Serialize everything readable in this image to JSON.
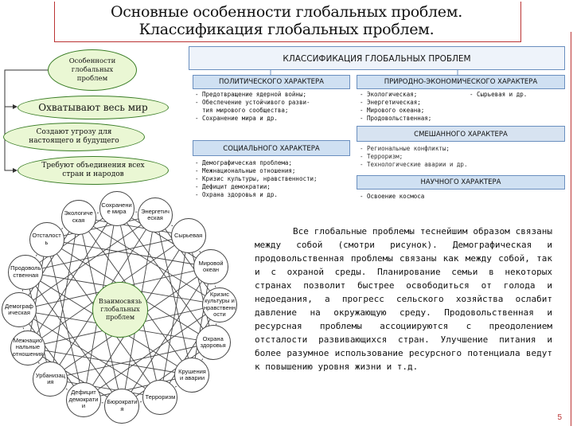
{
  "title": {
    "line1": "Основные особенности глобальных проблем.",
    "line2": "Классификация глобальных проблем."
  },
  "features": {
    "header": "Особенности глобальных проблем",
    "items": [
      "Охватывают весь мир",
      "Создают угрозу для настоящего и будущего",
      "Требуют объединения всех стран и народов"
    ]
  },
  "classification": {
    "title": "КЛАССИФИКАЦИЯ ГЛОБАЛЬНЫХ ПРОБЛЕМ",
    "political": {
      "header": "ПОЛИТИЧЕСКОГО ХАРАКТЕРА",
      "items": "- Предотвращение ядерной войны;\n- Обеспечение устойчивого разви-\n  тия мирового сообщества;\n- Сохранение мира и др."
    },
    "natural": {
      "header": "ПРИРОДНО-ЭКОНОМИЧЕСКОГО ХАРАКТЕРА",
      "items": "- Экологическая;\n- Энергетическая;\n- Мирового океана;\n- Продовольственная;",
      "extra": "- Сырьевая и др."
    },
    "mixed": {
      "header": "СМЕШАННОГО ХАРАКТЕРА",
      "items": "- Региональные конфликты;\n- Терроризм;\n- Технологические аварии и др."
    },
    "social": {
      "header": "СОЦИАЛЬНОГО ХАРАКТЕРА",
      "items": "- Демографическая проблема;\n- Межнациональные отношения;\n- Кризис культуры, нравственности;\n- Дефицит демократии;\n- Охрана здоровья и др."
    },
    "scientific": {
      "header": "НАУЧНОГО ХАРАКТЕРА",
      "items": "- Освоение космоса"
    }
  },
  "network": {
    "center": "Взаимосвязь глобальных проблем",
    "nodes": [
      "Экологическая",
      "Сохранение мира",
      "Энергетическая",
      "Сырьевая",
      "Мировой океан",
      "Кризис культуры и нравственности",
      "Охрана здоровья",
      "Крушения и аварии",
      "Терроризм",
      "Бюрократия",
      "Дефицит демократии",
      "Урбанизация",
      "Межнациональные отношения",
      "Демографическая",
      "Продовольственная",
      "Отсталость"
    ]
  },
  "paragraph": "Все глобальные проблемы теснейшим образом связаны между собой (смотри рисунок). Демографическая и продовольственная проблемы связаны как между собой, так и с охраной среды. Планирование семьи в некоторых странах позволит быстрее освободиться от голода и недоедания, а прогресс сельского хозяйства ослабит давление на окружающую среду. Продовольственная и ресурсная проблемы ассоциируются с преодолением отсталости развивающихся стран. Улучшение питания и более разумное использование ресурсного потенциала ведут к повышению уровня жизни и т.д.",
  "page_number": "5",
  "colors": {
    "oval_fill": "#eaf7d4",
    "oval_border": "#3a7d26",
    "box_fill": "#e3ecf7",
    "accent_red": "#b33"
  }
}
